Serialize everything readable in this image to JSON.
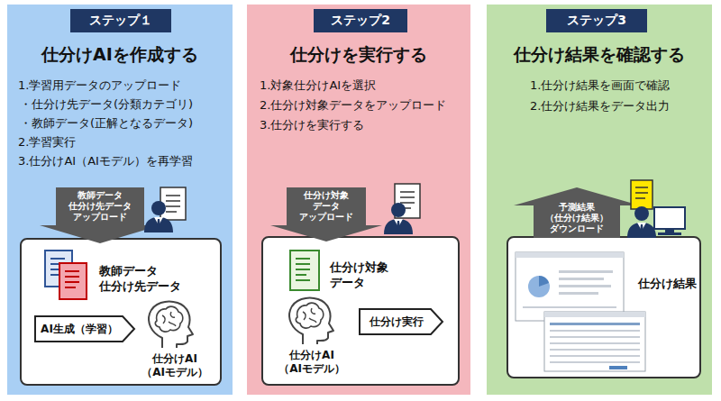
{
  "diagram": {
    "nodes": [
      {
        "text": [
          "仕分けAIを作成する",
          "1.学習用データのアップロード",
          "・仕分け先データ(分類カテゴリ)",
          "・教師データ(正解となるデータ)",
          "2.学習実行",
          "3.仕分けAI（AIモデル）を再学習"
        ]
      },
      {
        "text": [
          "ステップ１"
        ],
        "in": 0
      },
      {
        "text": [
          "教師データ 仕分け先データ アップロード"
        ],
        "in": 0
      },
      {
        "text": [
          "教師データ 仕分け先データ",
          "仕分けAI （AIモデル）"
        ],
        "in": 0
      },
      {
        "text": [
          "AI生成（学習）"
        ],
        "in": 3
      },
      {
        "text": [
          "仕分けを実行する",
          "1.対象仕分けAIを選択",
          "2.仕分け対象データをアップロード",
          "3.仕分けを実行する"
        ]
      },
      {
        "text": [
          "ステップ2"
        ],
        "in": 5
      },
      {
        "text": [
          "仕分け対象 データ アップロード"
        ],
        "in": 5
      },
      {
        "text": [
          "仕分け対象 データ",
          "仕分けAI （AIモデル）"
        ],
        "in": 5
      },
      {
        "text": [
          "仕分け実行"
        ],
        "in": 8
      },
      {
        "text": [
          "仕分け結果を確認する",
          "1.仕分け結果を画面で確認",
          "2.仕分け結果をデータ出力"
        ]
      },
      {
        "text": [
          "ステップ3"
        ],
        "in": 10
      },
      {
        "text": [
          "予測結果 （仕分け結果） ダウンロード"
        ],
        "in": 10
      },
      {
        "text": [
          "仕分け結果"
        ],
        "in": 10
      }
    ]
  }
}
